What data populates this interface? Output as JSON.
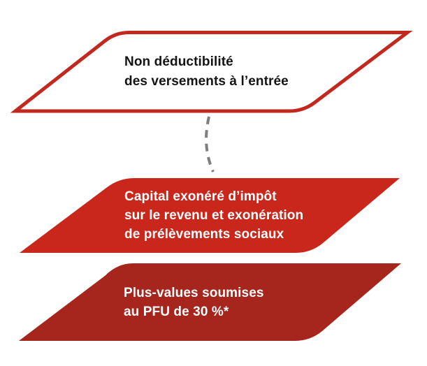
{
  "colors": {
    "background": "#ffffff",
    "box1_fill": "#ffffff",
    "box1_border": "#c3281e",
    "box2_fill": "#c9271b",
    "box3_fill": "#a6251c",
    "connector": "#7e7e7e",
    "text_dark": "#141414",
    "text_light": "#ffffff"
  },
  "boxes": [
    {
      "id": "non-deductibilite",
      "lines": [
        "Non déductibilité",
        "des versements à l’entrée"
      ]
    },
    {
      "id": "capital-exonere",
      "lines": [
        "Capital exonéré d’impôt",
        "sur le revenu et exonération",
        "de prélèvements sociaux"
      ]
    },
    {
      "id": "plus-values",
      "lines": [
        "Plus-values soumises",
        "au PFU de 30 %*"
      ]
    }
  ]
}
